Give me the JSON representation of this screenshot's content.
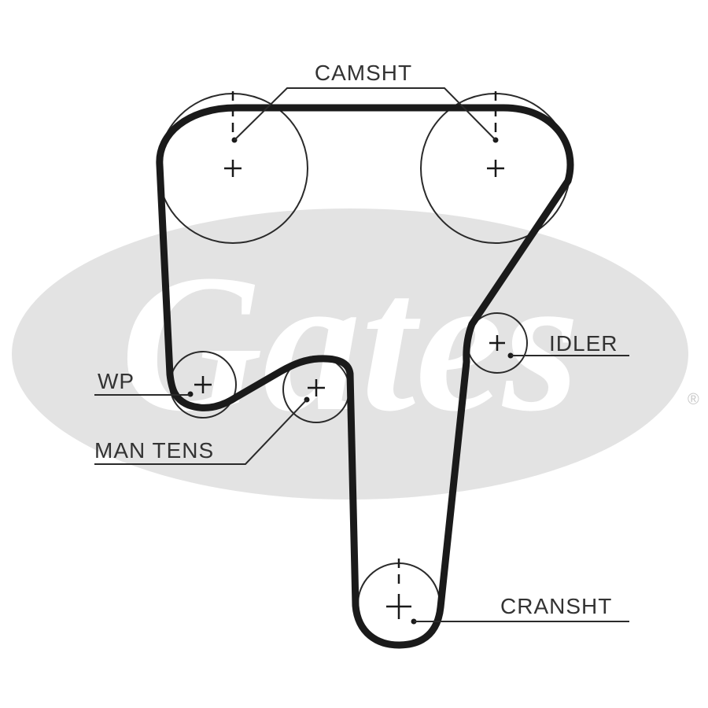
{
  "labels": {
    "camshaft": "CAMSHT",
    "idler": "IDLER",
    "water_pump": "WP",
    "manual_tensioner": "MAN TENS",
    "crankshaft": "CRANSHT"
  },
  "watermark": {
    "brand": "Gates",
    "registered_mark": "®"
  },
  "colors": {
    "belt": "#1a1a1a",
    "line": "#2a2a2a",
    "watermark": "#e3e3e3",
    "watermark_text": "#ffffff"
  }
}
